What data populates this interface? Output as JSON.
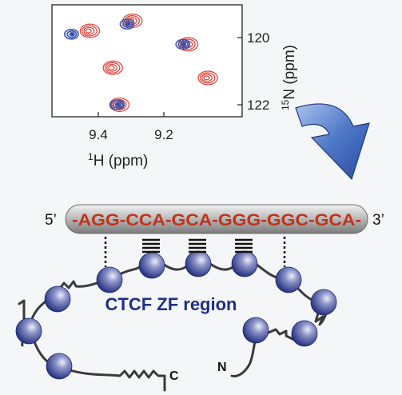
{
  "spectrum": {
    "x_label_sup": "1",
    "x_label_main": "H (ppm)",
    "y_label_sup": "15",
    "y_label_main": "N (ppm)",
    "x_ticks": [
      "9.4",
      "9.2"
    ],
    "y_ticks": [
      "120",
      "122"
    ],
    "colors": {
      "red": "#e0281e",
      "blue": "#2a4fb0"
    }
  },
  "chart_data": {
    "type": "scatter",
    "xlabel": "1H (ppm)",
    "ylabel": "15N (ppm)",
    "x_reversed": true,
    "y_reversed": true,
    "x_ticks": [
      9.4,
      9.2
    ],
    "y_ticks": [
      120,
      122
    ],
    "series": [
      {
        "color": "#e0281e",
        "points": [
          {
            "x": 9.43,
            "y": 119.8
          },
          {
            "x": 9.3,
            "y": 119.5
          },
          {
            "x": 9.13,
            "y": 120.2
          },
          {
            "x": 9.36,
            "y": 120.9
          },
          {
            "x": 9.07,
            "y": 121.2
          },
          {
            "x": 9.34,
            "y": 122.0
          }
        ]
      },
      {
        "color": "#2a4fb0",
        "points": [
          {
            "x": 9.48,
            "y": 119.9
          },
          {
            "x": 9.31,
            "y": 119.6
          },
          {
            "x": 9.14,
            "y": 120.2
          },
          {
            "x": 9.34,
            "y": 122.0
          }
        ]
      }
    ]
  },
  "dna": {
    "left_end": "5’",
    "right_end": "3’",
    "sequence": "-AGG-CCA-GCA-GGG-GGC-GCA-",
    "text_color": "#c0331c"
  },
  "protein": {
    "region_label": "CTCF ZF region",
    "n_terminus": "N",
    "c_terminus": "C",
    "label_color": "#1e2f86"
  },
  "arrow": {
    "color": "#3a63b8"
  }
}
